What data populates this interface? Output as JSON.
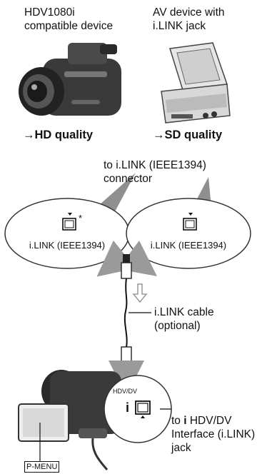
{
  "devices": {
    "hdv": {
      "line1": "HDV1080i",
      "line2": "compatible device",
      "quality": "→HD quality"
    },
    "av": {
      "line1": "AV device with",
      "line2": "i.LINK jack",
      "quality": "→SD quality"
    }
  },
  "connector_note": {
    "line1": "to i.LINK (IEEE1394)",
    "line2": "connector"
  },
  "ports": {
    "left": {
      "label": "i.LINK (IEEE1394)",
      "marker": "*"
    },
    "right": {
      "label": "i.LINK (IEEE1394)"
    }
  },
  "cable": {
    "line1": "i.LINK cable",
    "line2": "(optional)"
  },
  "camera_port": {
    "label": "HDV/DV",
    "symbol": "i"
  },
  "camera_note": {
    "prefix": "to ",
    "symbol": "i",
    "line1_rest": " HDV/DV",
    "line2": "Interface (i.LINK)",
    "line3": "jack"
  },
  "pmenu": {
    "label": "P-MENU"
  }
}
